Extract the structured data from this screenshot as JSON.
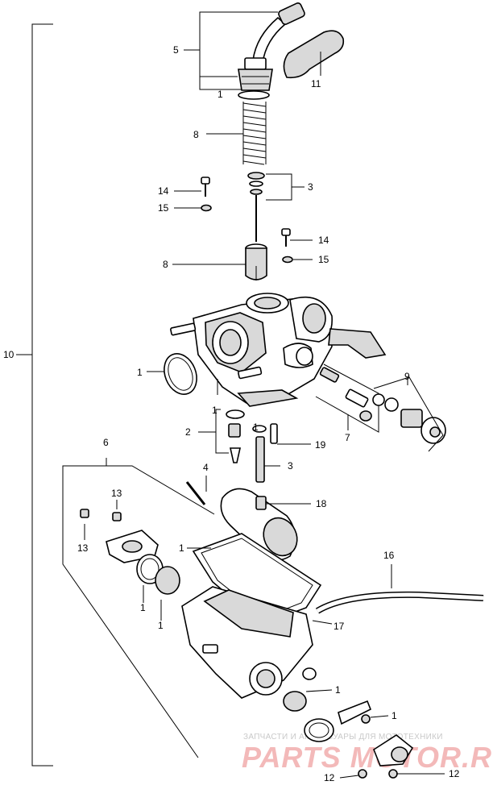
{
  "callouts": {
    "c5": "5",
    "c1a": "1",
    "c11": "11",
    "c8a": "8",
    "c14a": "14",
    "c15a": "15",
    "c3a": "3",
    "c14b": "14",
    "c15b": "15",
    "c8b": "8",
    "c10": "10",
    "c1b": "1",
    "c9": "9",
    "c1c": "1",
    "c2": "2",
    "c7": "7",
    "c1d": "1",
    "c19": "19",
    "c6": "6",
    "c4": "4",
    "c3b": "3",
    "c13a": "13",
    "c18": "18",
    "c13b": "13",
    "c1e": "1",
    "c16": "16",
    "c1f": "1",
    "c1g": "1",
    "c17": "17",
    "c1h": "1",
    "c1i": "1",
    "c12a": "12",
    "c12b": "12"
  },
  "watermark": {
    "tagline": "ЗАПЧАСТИ И АКСЕССУАРЫ ДЛЯ МОТОТЕХНИКИ",
    "logo": "PARTS MOTOR.RU"
  }
}
